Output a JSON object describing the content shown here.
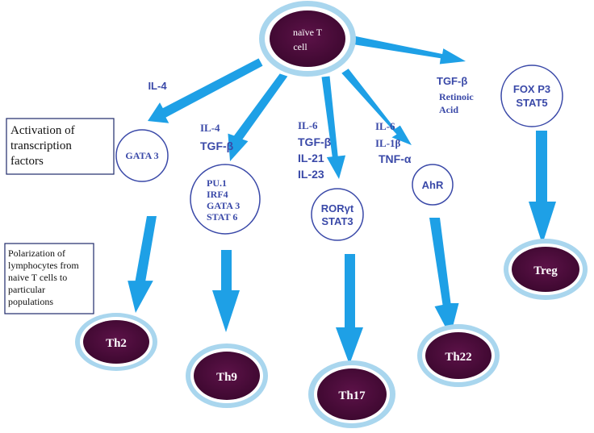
{
  "colors": {
    "arrow": "#1ea0e6",
    "cell_fill": "#4a0c3a",
    "cell_halo": "#a9d6ee",
    "factor_text": "#3a49a8",
    "circle_stroke": "#3a49a8"
  },
  "naive_cell": {
    "line1": "naïve T",
    "line2": "cell"
  },
  "cytokines": {
    "th2": "IL-4",
    "th9": [
      "IL-4",
      "TGF-β"
    ],
    "th17": [
      "IL-6",
      "TGF-β",
      "IL-21",
      "IL-23"
    ],
    "th22": [
      "IL-6",
      "IL-1β",
      "TNF-α"
    ],
    "treg": [
      "TGF-β"
    ],
    "treg_extra": [
      "Retinoic",
      "Acid"
    ]
  },
  "transcription_factors": {
    "th2": [
      "GATA 3"
    ],
    "th9": [
      "PU.1",
      "IRF4",
      "GATA 3",
      "STAT 6"
    ],
    "th17": [
      "RORγt",
      "STAT3"
    ],
    "th22": [
      "AhR"
    ],
    "treg": [
      "FOX P3",
      "STAT5"
    ]
  },
  "effector_cells": {
    "th2": "Th2",
    "th9": "Th9",
    "th17": "Th17",
    "th22": "Th22",
    "treg": "Treg"
  },
  "legend": {
    "activation": [
      "Activation of",
      "transcription",
      "factors"
    ],
    "polarization": [
      "Polarization of",
      "lymphocytes from",
      "naive T cells to",
      "particular",
      "populations"
    ]
  }
}
